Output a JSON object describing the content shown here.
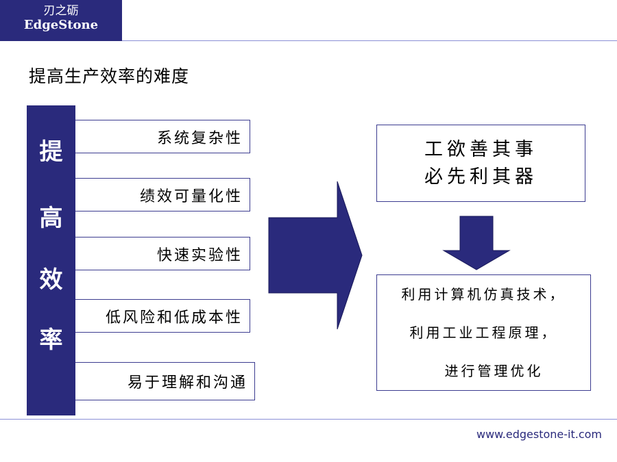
{
  "logo": {
    "line1": "刃之砺",
    "line2": "EdgeStone"
  },
  "title": "提高生产效率的难度",
  "vertical_label": [
    "提",
    "高",
    "效",
    "率"
  ],
  "items": [
    "系统复杂性",
    "绩效可量化性",
    "快速实验性",
    "低风险和低成本性",
    "易于理解和沟通"
  ],
  "box1": {
    "line1": "工欲善其事",
    "line2": "必先利其器"
  },
  "box2": {
    "line1": "利用计算机仿真技术，",
    "line2": "利用工业工程原理，",
    "line3": "进行管理优化"
  },
  "footer": "www.edgestone-it.com",
  "colors": {
    "primary": "#2a2a7c",
    "rule": "#8a8fd6"
  }
}
